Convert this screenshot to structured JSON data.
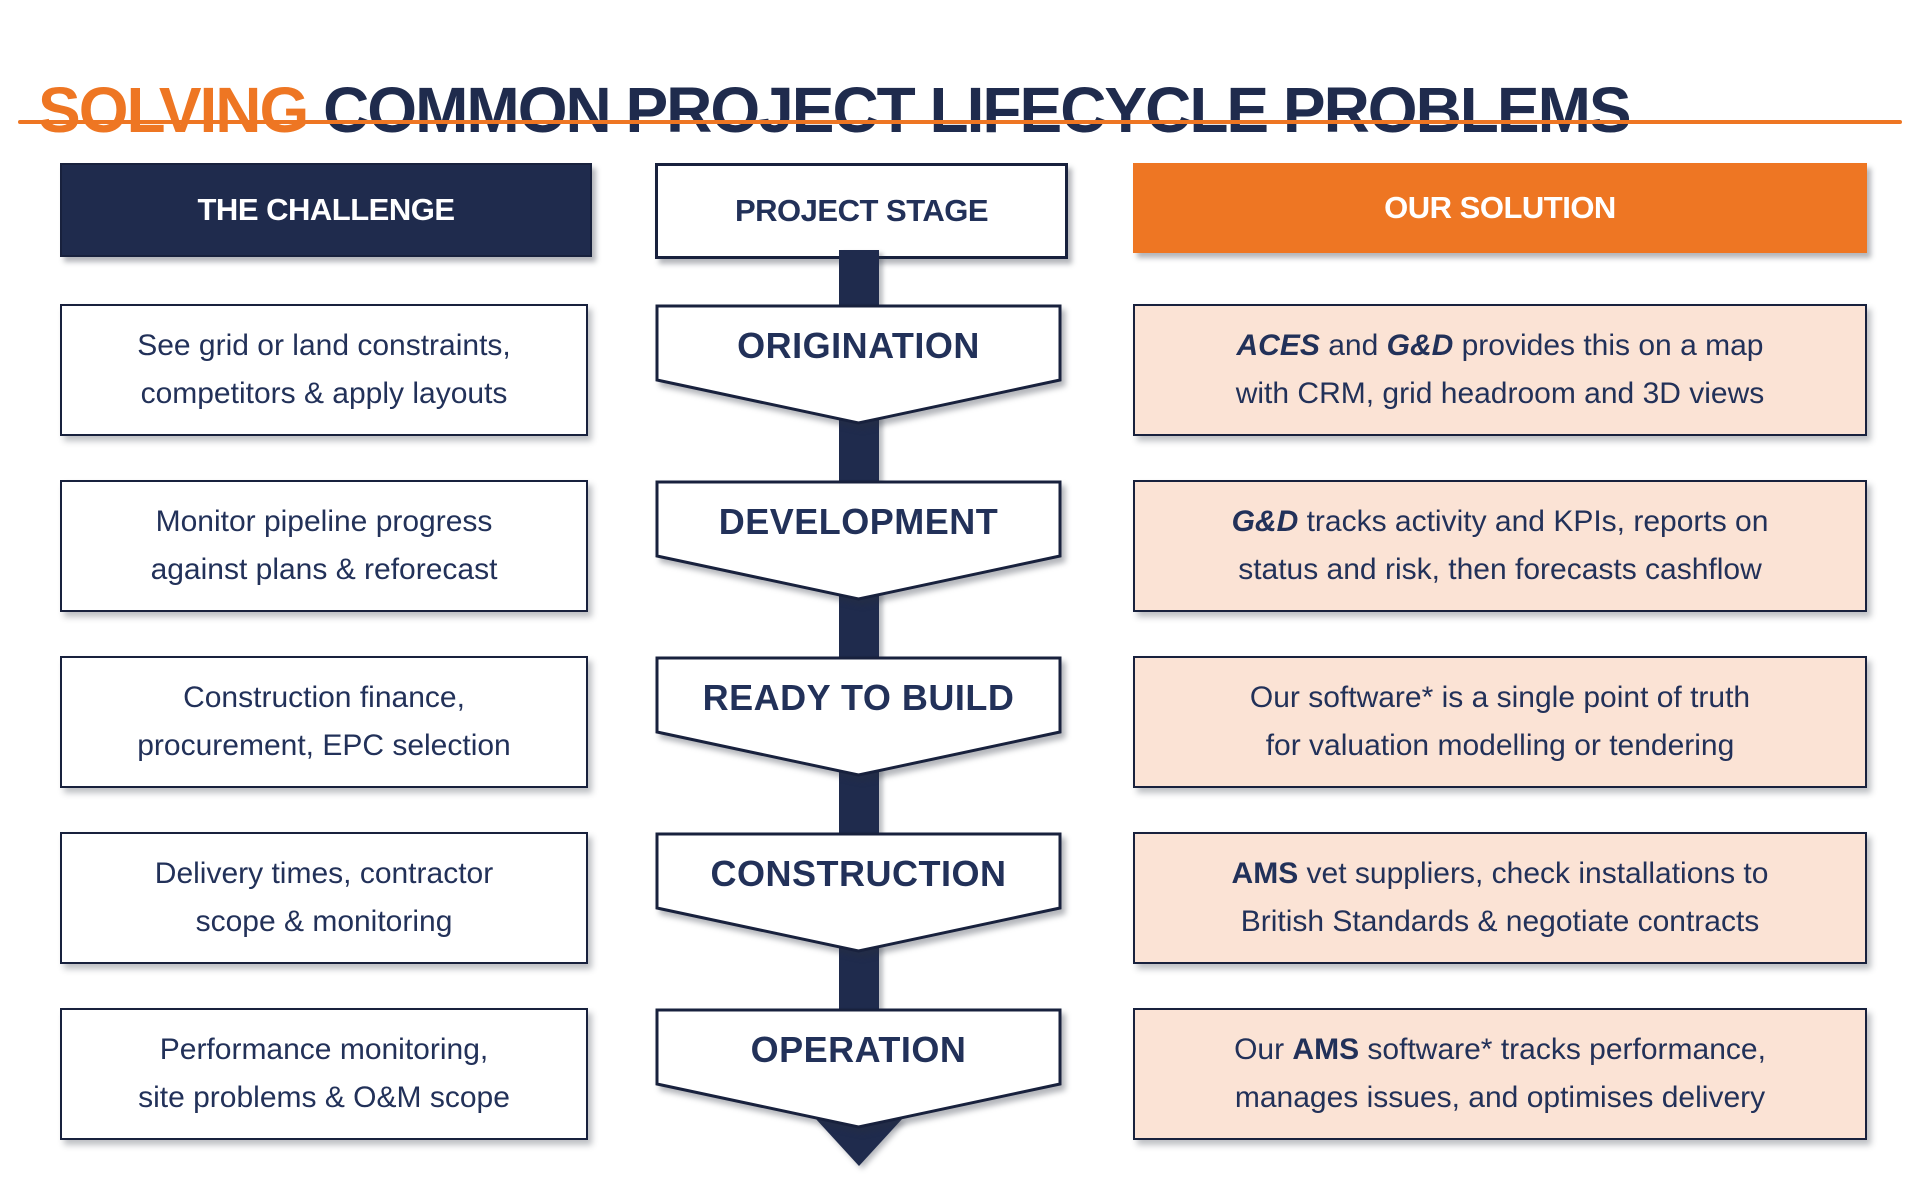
{
  "title": {
    "highlight": "SOLVING",
    "rest": " COMMON PROJECT LIFECYCLE PROBLEMS"
  },
  "headers": {
    "challenge": "THE CHALLENGE",
    "stage": "PROJECT STAGE",
    "solution": "OUR SOLUTION"
  },
  "flow": {
    "arrow_icon": "arrow-down"
  },
  "rows": [
    {
      "challenge_lines": [
        "See grid or land constraints,",
        "competitors & apply layouts"
      ],
      "stage": "ORIGINATION",
      "solution_lines": [
        [
          {
            "t": "ACES",
            "b": true,
            "i": true
          },
          {
            "t": " and "
          },
          {
            "t": "G&D",
            "b": true,
            "i": true
          },
          {
            "t": " provides this on a map"
          }
        ],
        [
          {
            "t": "with CRM, grid headroom and 3D views"
          }
        ]
      ]
    },
    {
      "challenge_lines": [
        "Monitor pipeline progress",
        "against plans & reforecast"
      ],
      "stage": "DEVELOPMENT",
      "solution_lines": [
        [
          {
            "t": "G&D",
            "b": true,
            "i": true
          },
          {
            "t": " tracks activity and KPIs, reports on"
          }
        ],
        [
          {
            "t": "status and risk, then forecasts cashflow"
          }
        ]
      ]
    },
    {
      "challenge_lines": [
        "Construction finance,",
        "procurement, EPC selection"
      ],
      "stage": "READY TO BUILD",
      "solution_lines": [
        [
          {
            "t": "Our software* is a single point of truth"
          }
        ],
        [
          {
            "t": "for valuation modelling or tendering"
          }
        ]
      ]
    },
    {
      "challenge_lines": [
        "Delivery times, contractor",
        "scope & monitoring"
      ],
      "stage": "CONSTRUCTION",
      "solution_lines": [
        [
          {
            "t": "AMS",
            "b": true
          },
          {
            "t": " vet suppliers, check installations to"
          }
        ],
        [
          {
            "t": "British Standards & negotiate contracts"
          }
        ]
      ]
    },
    {
      "challenge_lines": [
        "Performance monitoring,",
        "site problems & O&M scope"
      ],
      "stage": "OPERATION",
      "solution_lines": [
        [
          {
            "t": "Our "
          },
          {
            "t": "AMS",
            "b": true
          },
          {
            "t": " software* tracks performance,"
          }
        ],
        [
          {
            "t": "manages issues, and optimises delivery"
          }
        ]
      ]
    }
  ],
  "colors": {
    "navy": "#1F2B4D",
    "navy_border": "#18213D",
    "navy_text": "#223159",
    "orange": "#EE7623",
    "peach": "#FBE3D5"
  }
}
